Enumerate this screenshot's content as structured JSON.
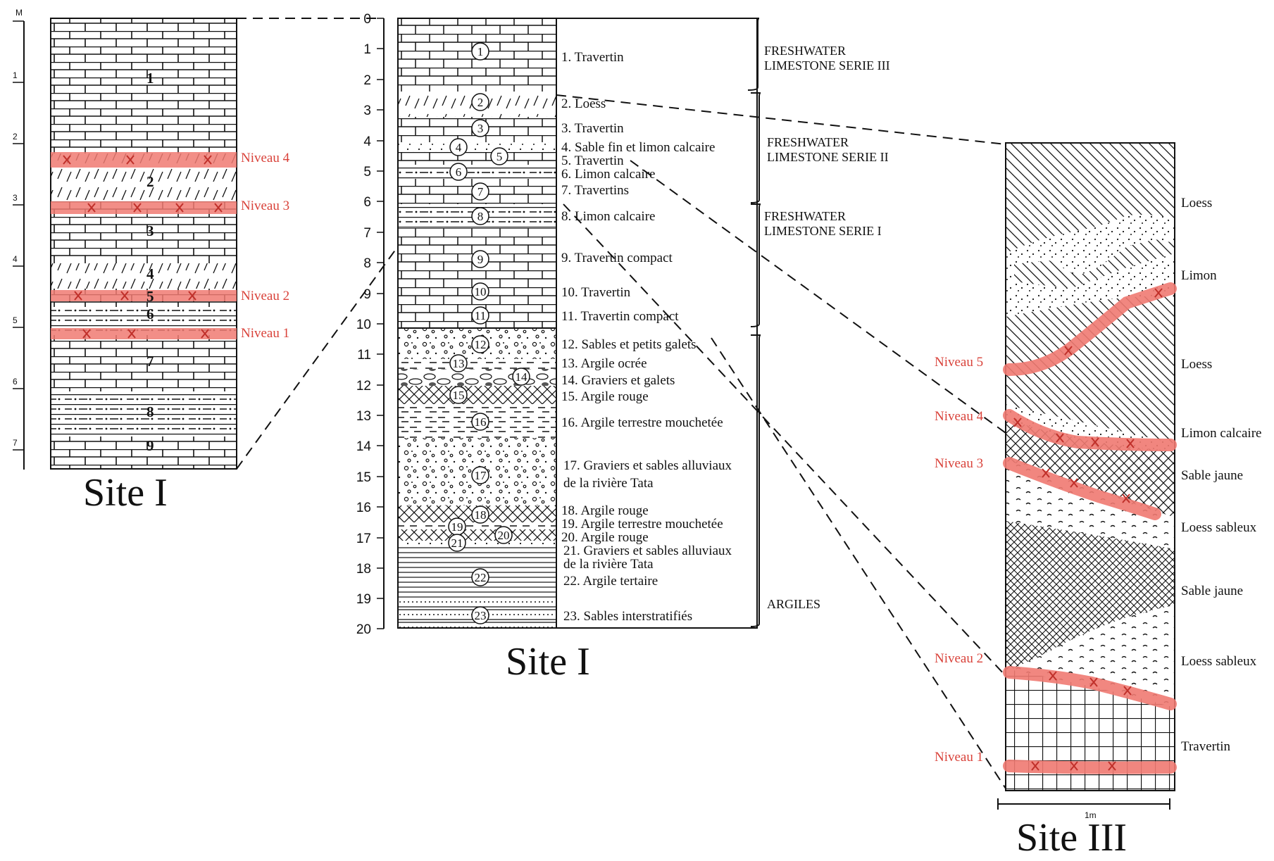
{
  "site1_left": {
    "title": "Site I",
    "scale_unit": "M",
    "scale_ticks": [
      "1",
      "2",
      "3",
      "4",
      "5",
      "6",
      "7"
    ],
    "layer_numbers": [
      "1",
      "2",
      "3",
      "4",
      "5",
      "6",
      "7",
      "8",
      "9"
    ],
    "levels": [
      "Niveau 4",
      "Niveau 3",
      "Niveau 2",
      "Niveau 1"
    ]
  },
  "site1_main": {
    "title": "Site I",
    "depth_ticks": [
      "0",
      "1",
      "2",
      "3",
      "4",
      "5",
      "6",
      "7",
      "8",
      "9",
      "10",
      "11",
      "12",
      "13",
      "14",
      "15",
      "16",
      "17",
      "18",
      "19",
      "20"
    ],
    "circle_numbers": [
      "1",
      "2",
      "3",
      "4",
      "5",
      "6",
      "7",
      "8",
      "9",
      "10",
      "11",
      "12",
      "13",
      "14",
      "15",
      "16",
      "17",
      "18",
      "19",
      "20",
      "21",
      "22",
      "23"
    ],
    "layers": [
      "1. Travertin",
      "2. Loess",
      "3. Travertin",
      "4. Sable fin et limon calcaire",
      "5. Travertin",
      "6. Limon calcaire",
      "7. Travertins",
      "8. Limon calcaire",
      "9. Travertin compact",
      "10. Travertin",
      "11. Travertin compact",
      "12. Sables et petits galets",
      "13. Argile ocrée",
      "14. Graviers et galets",
      "15. Argile rouge",
      "16. Argile terrestre mouchetée",
      "17. Graviers et sables alluviaux",
      "de la rivière Tata",
      "18. Argile rouge",
      "19. Argile terrestre mouchetée",
      "20. Argile rouge",
      "21. Graviers et sables alluviaux",
      "de la rivière Tata",
      "22. Argile tertaire",
      "23. Sables interstratifiés"
    ],
    "series": [
      {
        "line1": "FRESHWATER",
        "line2": "LIMESTONE SERIE III"
      },
      {
        "line1": "FRESHWATER",
        "line2": "LIMESTONE SERIE II"
      },
      {
        "line1": "FRESHWATER",
        "line2": "LIMESTONE SERIE I"
      },
      {
        "line1": "ARGILES",
        "line2": ""
      }
    ]
  },
  "site3": {
    "title": "Site III",
    "scale_label": "1m",
    "layers": [
      "Loess",
      "Limon",
      "Loess",
      "Limon calcaire",
      "Sable jaune",
      "Loess sableux",
      "Sable jaune",
      "Loess sableux",
      "Travertin"
    ],
    "levels": [
      "Niveau 5",
      "Niveau 4",
      "Niveau 3",
      "Niveau 2",
      "Niveau 1"
    ]
  },
  "colors": {
    "level_band": "#f07a72",
    "level_text": "#d9423a",
    "ink": "#111111"
  }
}
